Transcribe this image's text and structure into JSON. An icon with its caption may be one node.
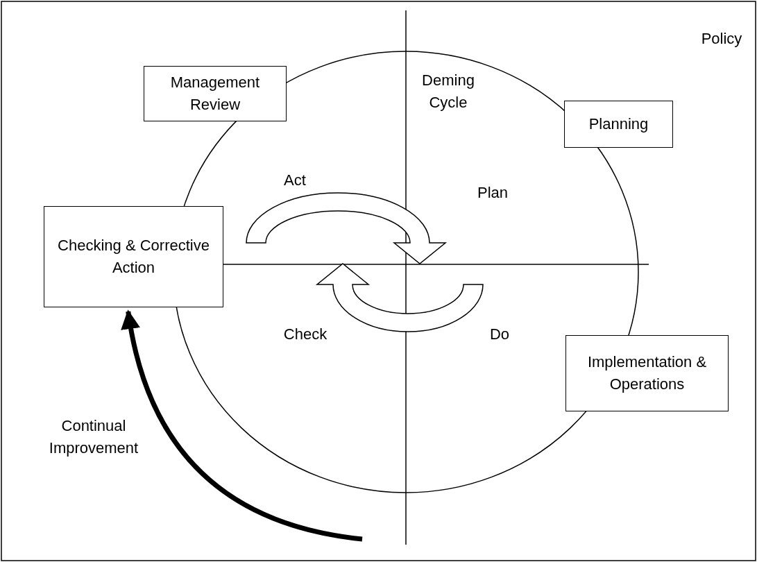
{
  "diagram": {
    "nodes": [
      {
        "text": [
          "Management Review"
        ]
      },
      {
        "text": [
          "Planning"
        ]
      },
      {
        "text": [
          "Checking & Corrective Action"
        ]
      },
      {
        "text": [
          "Implementation & Operations"
        ]
      }
    ],
    "edges": [
      {
        "from": null,
        "to": 2,
        "arrow": "to"
      }
    ],
    "labels": [
      "Policy",
      "Deming Cycle",
      "Act",
      "Plan",
      "Check",
      "Do",
      "Continual Improvement"
    ]
  }
}
